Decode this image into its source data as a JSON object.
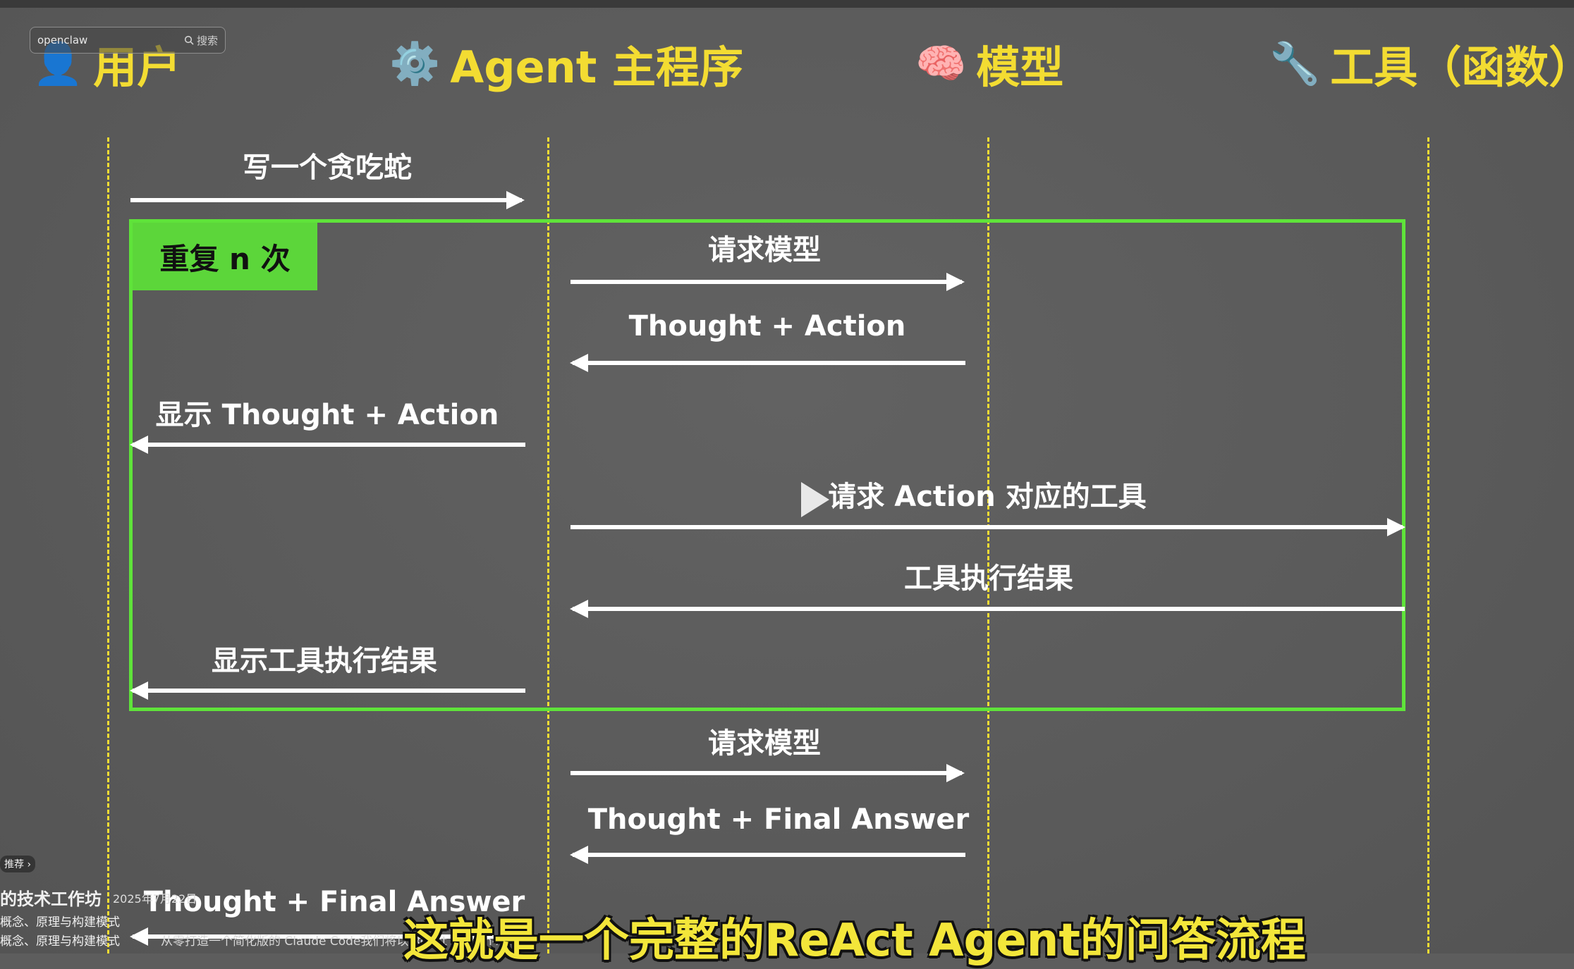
{
  "search": {
    "value": "openclaw",
    "button_label": "搜索"
  },
  "participants": [
    {
      "label": "用户",
      "icon": "user-icon"
    },
    {
      "label": "Agent 主程序",
      "icon": "gear-icon"
    },
    {
      "label": "模型",
      "icon": "brain-icon"
    },
    {
      "label": "工具（函数）",
      "icon": "wrench-icon"
    }
  ],
  "loop": {
    "label": "重复 n 次"
  },
  "messages": [
    {
      "label": "写一个贪吃蛇",
      "from": "用户",
      "to": "Agent 主程序"
    },
    {
      "label": "请求模型",
      "from": "Agent 主程序",
      "to": "模型"
    },
    {
      "label": "Thought + Action",
      "from": "模型",
      "to": "Agent 主程序"
    },
    {
      "label": "显示 Thought + Action",
      "from": "Agent 主程序",
      "to": "用户"
    },
    {
      "label": "请求 Action 对应的工具",
      "from": "Agent 主程序",
      "to": "工具（函数）"
    },
    {
      "label": "工具执行结果",
      "from": "工具（函数）",
      "to": "Agent 主程序"
    },
    {
      "label": "显示工具执行结果",
      "from": "Agent 主程序",
      "to": "用户"
    },
    {
      "label": "请求模型",
      "from": "Agent 主程序",
      "to": "模型"
    },
    {
      "label": "Thought + Final Answer",
      "from": "模型",
      "to": "Agent 主程序"
    },
    {
      "label": "Thought + Final Answer",
      "from": "Agent 主程序",
      "to": "用户"
    }
  ],
  "subtitle": "这就是一个完整的ReAct Agent的问答流程",
  "overlay": {
    "recommend_label": "推荐 ›",
    "channel_name": "的技术工作坊",
    "date": "2025年7月22日",
    "desc_line1": "概念、原理与构建模式",
    "desc_line2": "概念、原理与构建模式",
    "desc_line3": "从零打造一个简化版的 Claude Code我们将以 ReAct 和 Plan-And-"
  }
}
